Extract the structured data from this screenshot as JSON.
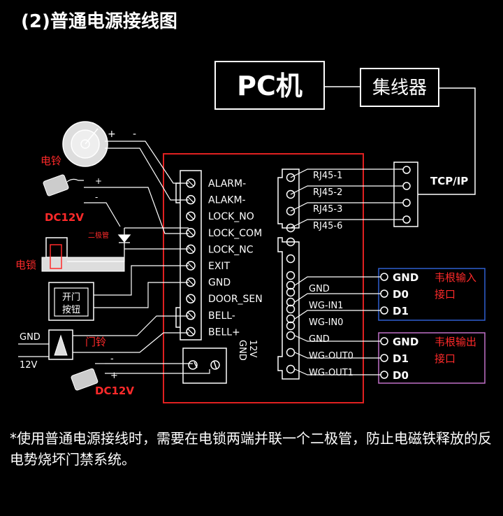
{
  "title": "(2)普通电源接线图",
  "pc_label": "PC机",
  "hub_label": "集线器",
  "tcpip_label": "TCP/IP",
  "terminals_left": [
    "ALARM-",
    "ALAKM-",
    "LOCK_NO",
    "LOCK_COM",
    "LOCK_NC",
    "EXIT",
    "GND",
    "DOOR_SEN",
    "BELL-",
    "BELL+"
  ],
  "power_terminal_labels": [
    "12V",
    "GND"
  ],
  "rj45_labels": [
    "RJ45-1",
    "RJ45-2",
    "RJ45-3",
    "RJ45-6"
  ],
  "wiegand_pins": [
    "GND",
    "WG-IN1",
    "WG-IN0",
    "GND",
    "WG-OUT0",
    "WG-OUT1"
  ],
  "wiegand_in_box": {
    "pins": [
      "GND",
      "D0",
      "D1"
    ],
    "label_line1": "韦根输入",
    "label_line2": "接口"
  },
  "wiegand_out_box": {
    "pins": [
      "GND",
      "D1",
      "D0"
    ],
    "label_line1": "韦根输出",
    "label_line2": "接口"
  },
  "devices": {
    "bell": "电铃",
    "dc12v_top": "DC12V",
    "diode": "二极管",
    "lock": "电锁",
    "button_line1": "开门",
    "button_line2": "按钮",
    "doorbell": "门铃",
    "dc12v_bottom": "DC12V"
  },
  "polarity": {
    "plus": "+",
    "minus": "-"
  },
  "doorbell_power": {
    "gnd": "GND",
    "v12": "12V"
  },
  "footnote": "*使用普通电源接线时，需要在电锁两端并联一个二极管，防止电磁铁释放的反电势烧坏门禁系统。",
  "colors": {
    "background": "#000000",
    "board_outline": "#e02020",
    "red_label": "#ff2a2a",
    "in_box": "#2f5fd0",
    "out_box": "#c070c8"
  }
}
